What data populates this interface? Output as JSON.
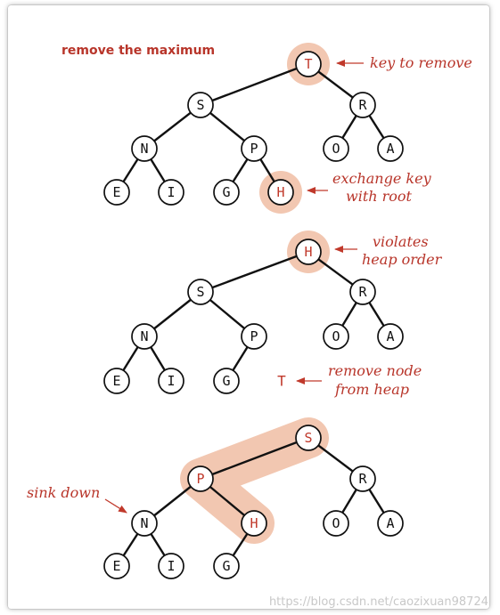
{
  "title": "remove the maximum",
  "colors": {
    "accent": "#b8352a",
    "highlight": "#f2c7b1"
  },
  "diagram1": {
    "nodes": {
      "root": "T",
      "l": "S",
      "r": "R",
      "ll": "N",
      "lr": "P",
      "rl": "O",
      "rr": "A",
      "lll": "E",
      "llr": "I",
      "lrl": "G",
      "lrr": "H"
    },
    "note_root": "key to remove",
    "note_leaf_1": "exchange key",
    "note_leaf_2": "with root"
  },
  "diagram2": {
    "nodes": {
      "root": "H",
      "l": "S",
      "r": "R",
      "ll": "N",
      "lr": "P",
      "rl": "O",
      "rr": "A",
      "lll": "E",
      "llr": "I",
      "lrl": "G"
    },
    "note_root_1": "violates",
    "note_root_2": "heap order",
    "removed_key": "T",
    "note_removed_1": "remove node",
    "note_removed_2": "from heap"
  },
  "diagram3": {
    "nodes": {
      "root": "S",
      "l": "P",
      "r": "R",
      "ll": "N",
      "lr": "H",
      "rl": "O",
      "rr": "A",
      "lll": "E",
      "llr": "I",
      "lrl": "G"
    },
    "note_sink": "sink down"
  },
  "watermark": "https://blog.csdn.net/caozixuan98724"
}
